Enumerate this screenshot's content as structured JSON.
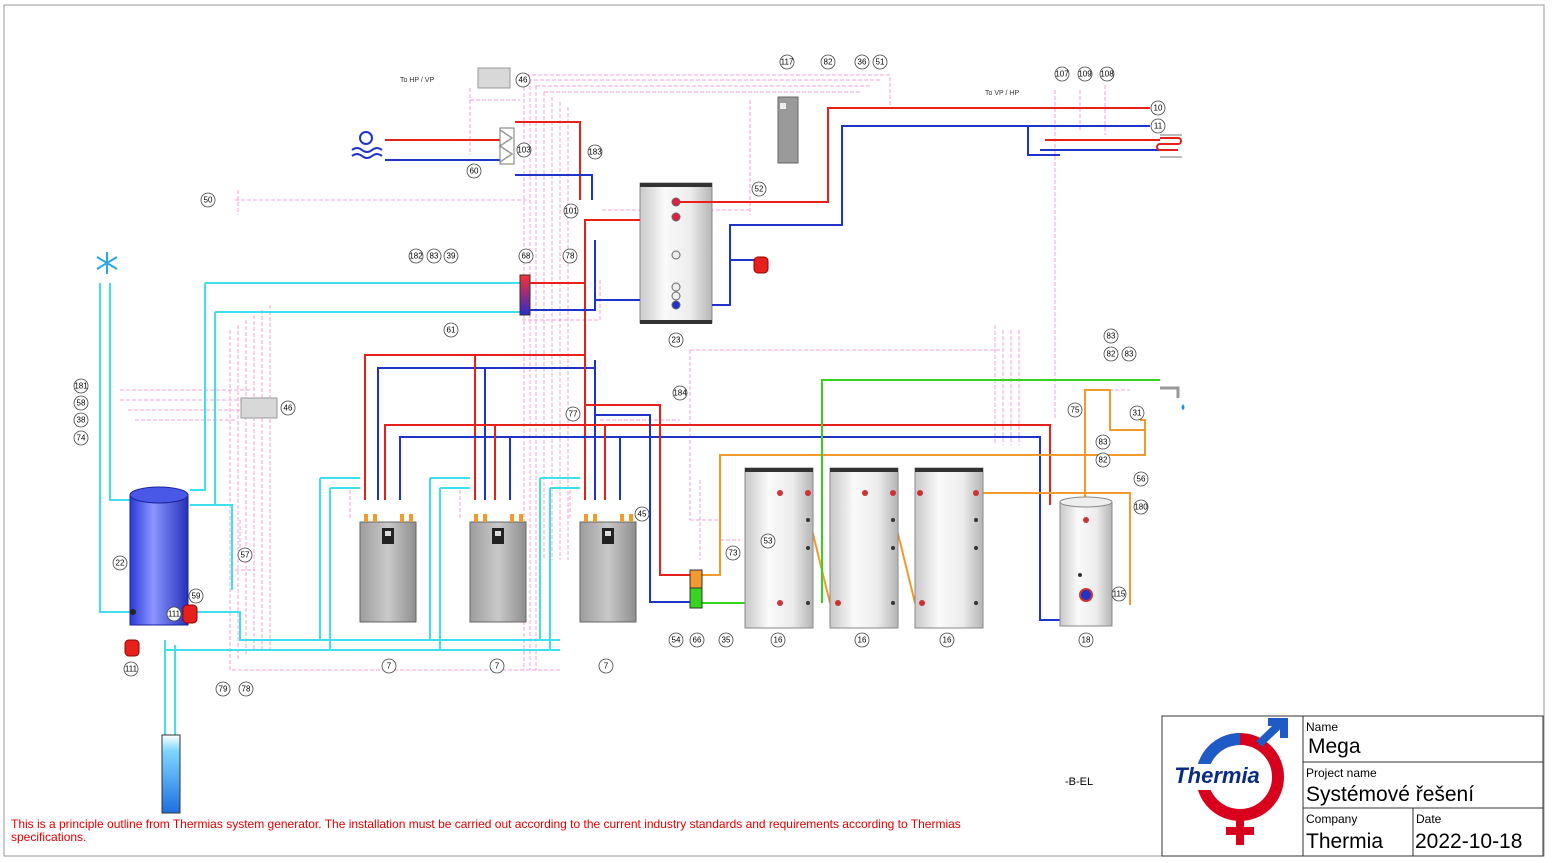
{
  "diagram": {
    "to_hp_label": "To HP / VP",
    "to_vp_label": "To VP / HP",
    "b_el_label": "-B-EL",
    "disclaimer_line1": "This is a principle outline from Thermias system generator. The installation must be carried out according to the current industry standards and requirements according to Thermias",
    "disclaimer_line2": "specifications.",
    "markers": [
      "46",
      "117",
      "82",
      "36",
      "51",
      "107",
      "109",
      "108",
      "10",
      "11",
      "103",
      "183",
      "60",
      "50",
      "101",
      "52",
      "182",
      "83",
      "39",
      "68",
      "78",
      "61",
      "23",
      "181",
      "58",
      "38",
      "74",
      "46",
      "184",
      "77",
      "83",
      "82",
      "83",
      "75",
      "31",
      "83",
      "82",
      "56",
      "180",
      "22",
      "57",
      "59",
      "111",
      "45",
      "53",
      "73",
      "115",
      "111",
      "79",
      "78",
      "7",
      "7",
      "7",
      "54",
      "66",
      "35",
      "16",
      "16",
      "16",
      "18"
    ]
  },
  "title_block": {
    "logo_text": "Thermia",
    "name_label": "Name",
    "name_value": "Mega",
    "project_label": "Project name",
    "project_value": "Systémové řešení",
    "company_label": "Company",
    "company_value": "Thermia",
    "date_label": "Date",
    "date_value": "2022-10-18"
  },
  "colors": {
    "hot": "#e8201c",
    "cold": "#1f33c8",
    "brine": "#3fe0ec",
    "control": "#f4a0d8",
    "dhw": "#f29a2e",
    "green": "#36d41f",
    "disclaimer": "#e00000"
  }
}
